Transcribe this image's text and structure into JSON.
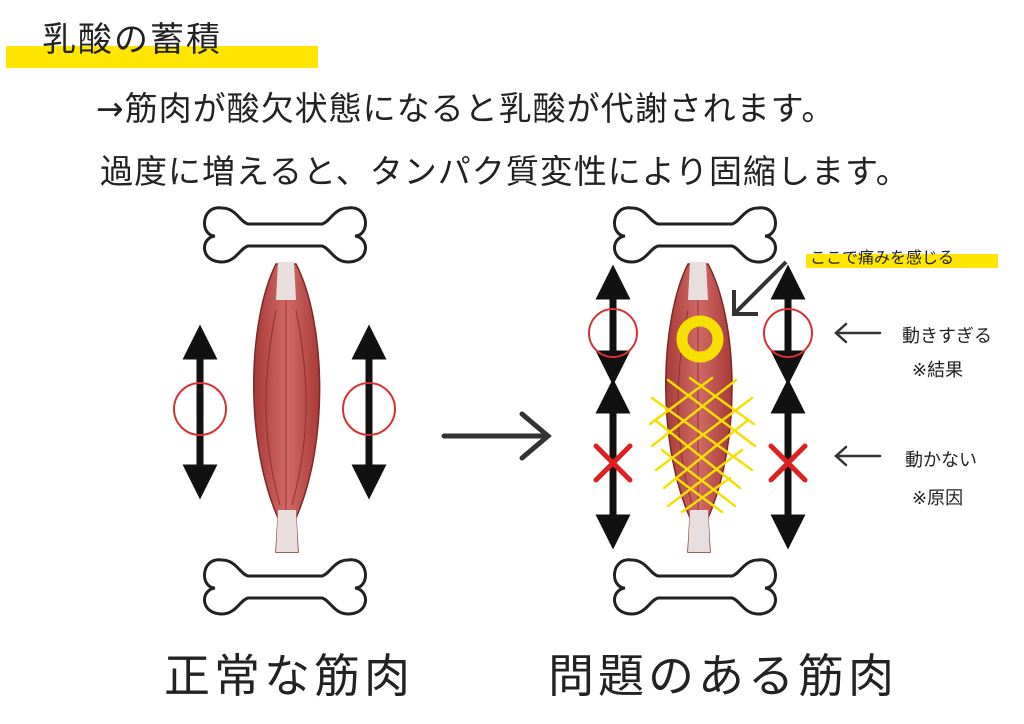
{
  "header": {
    "title": "乳酸の蓄積",
    "line1": "→筋肉が酸欠状態になると乳酸が代謝されます。",
    "line2": "過度に増えると、タンパク質変性により固縮します。"
  },
  "labels": {
    "pain": "ここで痛みを感じる",
    "moves_too_much": "動きすぎる",
    "result": "※結果",
    "does_not_move": "動かない",
    "cause": "※原因"
  },
  "captions": {
    "normal": "正常な筋肉",
    "problem": "問題のある筋肉"
  },
  "colors": {
    "highlight": "#ffe600",
    "muscle": "#c0504d",
    "arrow": "#111111",
    "circle": "#d93030",
    "cross": "#e02020",
    "knot": "#f5e000"
  }
}
